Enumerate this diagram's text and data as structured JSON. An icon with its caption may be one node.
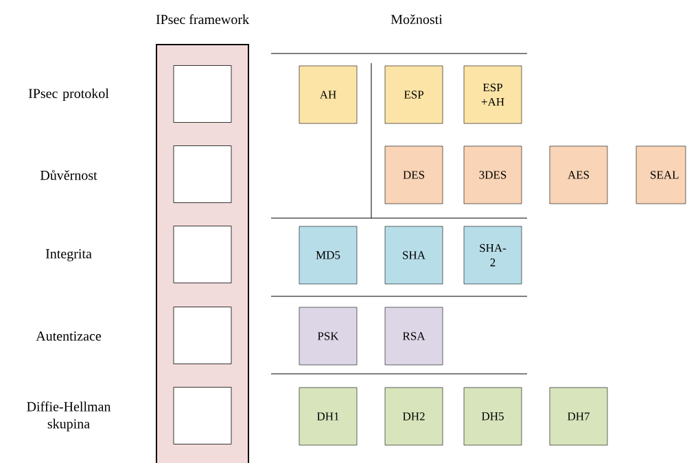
{
  "diagram": {
    "nodes": [
      {
        "text": [
          "IPsec framework"
        ]
      },
      {
        "text": [],
        "shape": "box",
        "in": 0
      },
      {
        "text": [],
        "shape": "box",
        "in": 0
      },
      {
        "text": [],
        "shape": "box",
        "in": 0
      },
      {
        "text": [],
        "shape": "box",
        "in": 0
      },
      {
        "text": [],
        "shape": "box",
        "in": 0
      },
      {
        "text": [
          "AH"
        ]
      },
      {
        "text": [
          "ESP"
        ]
      },
      {
        "text": [
          "ESP +AH"
        ]
      },
      {
        "text": [
          "DES"
        ]
      },
      {
        "text": [
          "3DES"
        ]
      },
      {
        "text": [
          "AES"
        ]
      },
      {
        "text": [
          "SEAL"
        ]
      },
      {
        "text": [
          "MD5"
        ]
      },
      {
        "text": [
          "SHA"
        ]
      },
      {
        "text": [
          "SHA- 2"
        ]
      },
      {
        "text": [
          "PSK"
        ]
      },
      {
        "text": [
          "RSA"
        ]
      },
      {
        "text": [
          "DH1"
        ]
      },
      {
        "text": [
          "DH2"
        ]
      },
      {
        "text": [
          "DH5"
        ]
      },
      {
        "text": [
          "DH7"
        ]
      }
    ],
    "labels": [
      "Možnosti",
      "IPsec protokol",
      "Důvěrnost",
      "Integrita",
      "Autentizace",
      "Diffie-Hellman skupina"
    ]
  }
}
